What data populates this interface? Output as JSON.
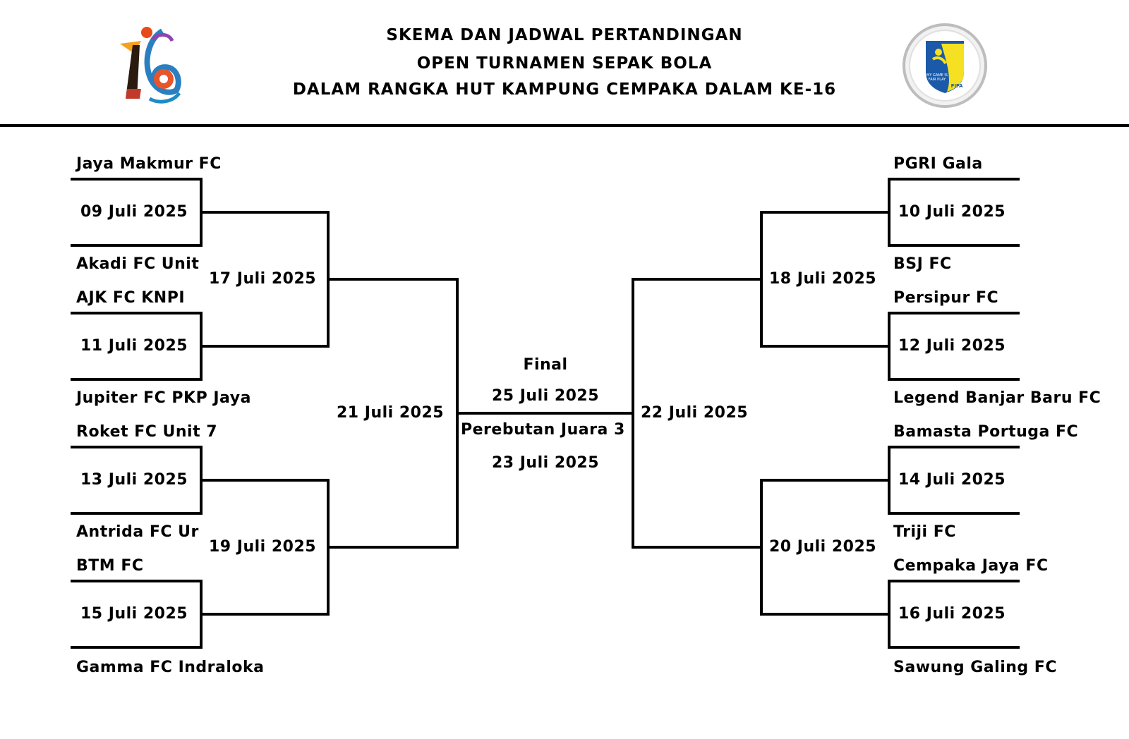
{
  "header": {
    "line1": "SKEMA DAN JADWAL PERTANDINGAN",
    "line2": "OPEN TURNAMEN SEPAK BOLA",
    "line3": "DALAM RANGKA HUT KAMPUNG CEMPAKA DALAM KE-16",
    "logo_left_number": "16",
    "logo_right_text_1": "MY GAME IS",
    "logo_right_text_2": "FAIR PLAY",
    "logo_right_brand": "FIFA"
  },
  "left": {
    "teams": [
      "Jaya Makmur FC",
      "Akadi FC Unit",
      "AJK FC KNPI",
      "Jupiter FC PKP Jaya",
      "Roket FC Unit 7",
      "Antrida FC Ur",
      "BTM FC",
      "Gamma FC Indraloka"
    ],
    "r1_dates": [
      "09 Juli 2025",
      "11 Juli 2025",
      "13 Juli 2025",
      "15 Juli 2025"
    ],
    "r2_dates": [
      "17 Juli 2025",
      "19 Juli 2025"
    ],
    "semi_date": "21 Juli 2025"
  },
  "right": {
    "teams": [
      "PGRI Gala",
      "BSJ FC",
      "Persipur FC",
      "Legend Banjar Baru FC",
      "Bamasta Portuga FC",
      "Triji FC",
      "Cempaka Jaya FC",
      "Sawung Galing FC"
    ],
    "r1_dates": [
      "10 Juli 2025",
      "12 Juli 2025",
      "14 Juli 2025",
      "16 Juli 2025"
    ],
    "r2_dates": [
      "18 Juli 2025",
      "20 Juli 2025"
    ],
    "semi_date": "22 Juli 2025"
  },
  "center": {
    "final_label": "Final",
    "final_date": "25 Juli 2025",
    "third_label": "Perebutan Juara 3",
    "third_date": "23 Juli 2025"
  }
}
